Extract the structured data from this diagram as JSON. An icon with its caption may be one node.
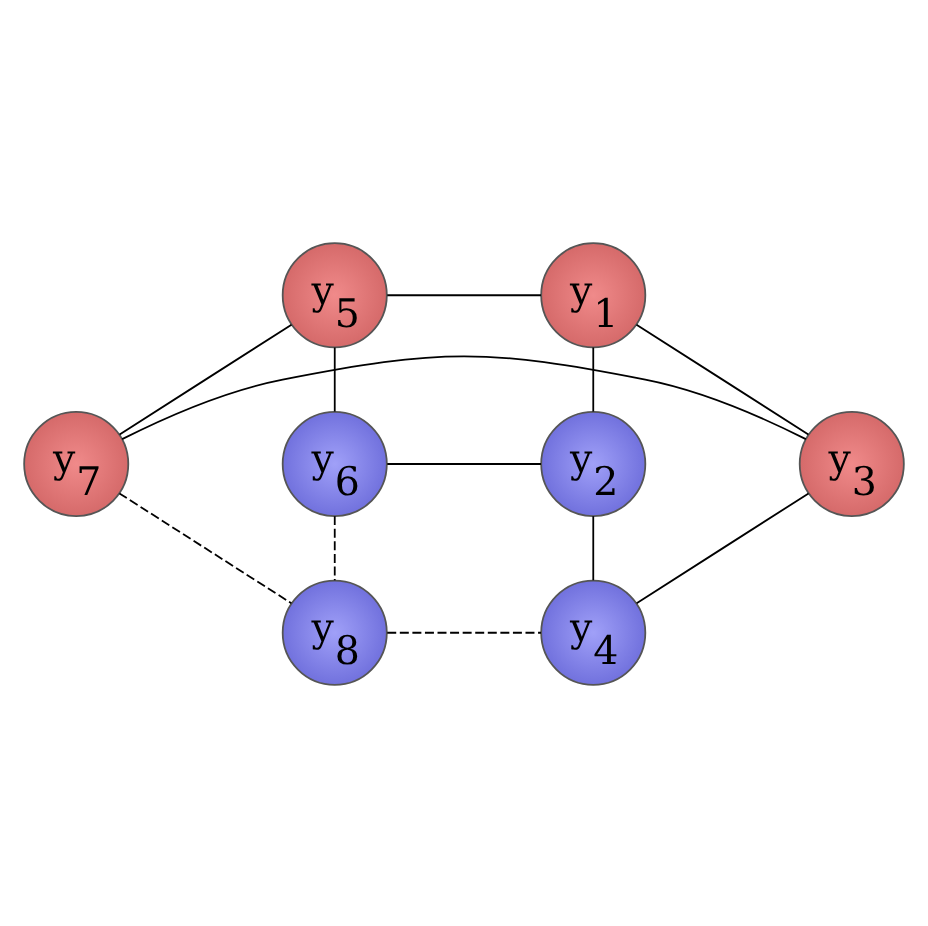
{
  "diagram": {
    "nodes": [
      {
        "text": [
          "y$_{6}$"
        ]
      },
      {
        "text": [
          "y$_{2}$"
        ]
      },
      {
        "text": [
          "y$_{5}$"
        ]
      },
      {
        "text": [
          "y$_{1}$"
        ]
      },
      {
        "text": [
          "y$_{8}$"
        ]
      },
      {
        "text": [
          "y$_{4}$"
        ]
      },
      {
        "text": [
          "y$_{7}$"
        ]
      },
      {
        "text": [
          "y$_{3}$"
        ]
      }
    ],
    "edges": [
      {
        "from": 0,
        "to": 1,
        "arrow": "none"
      },
      {
        "from": 2,
        "to": 0,
        "arrow": "none"
      },
      {
        "from": 3,
        "to": 1,
        "arrow": "none"
      },
      {
        "from": 2,
        "to": 3,
        "arrow": "none"
      },
      {
        "from": 0,
        "to": 4,
        "arrow": "none",
        "style": "dashed"
      },
      {
        "from": 1,
        "to": 5,
        "arrow": "none"
      },
      {
        "from": 2,
        "to": 6,
        "arrow": "none"
      },
      {
        "from": 3,
        "to": 7,
        "arrow": "none"
      },
      {
        "from": 4,
        "to": 5,
        "arrow": "none",
        "style": "dashed"
      },
      {
        "from": 6,
        "to": 4,
        "arrow": "none",
        "style": "dashed"
      },
      {
        "from": 7,
        "to": 5,
        "arrow": "none"
      },
      {
        "from": 6,
        "to": 7,
        "arrow": "none"
      }
    ]
  }
}
